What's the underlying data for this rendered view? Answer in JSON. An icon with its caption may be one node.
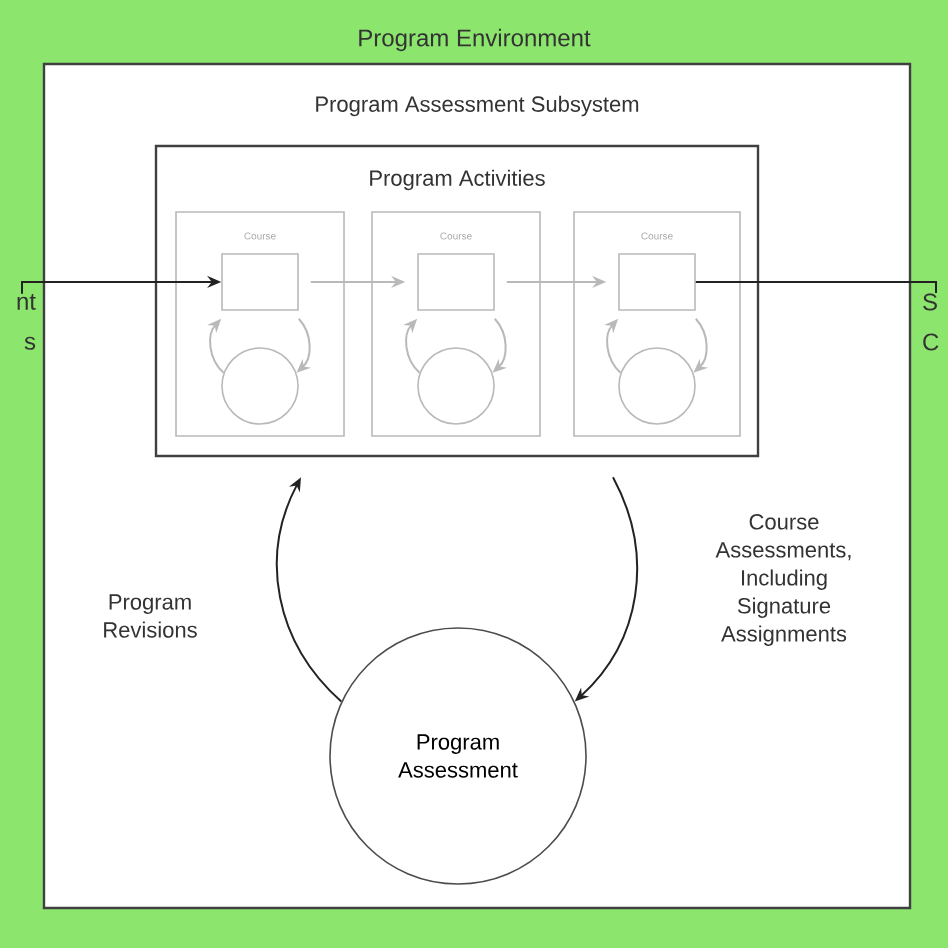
{
  "diagram": {
    "nodes": [
      {
        "text": [
          "Program Environment"
        ]
      },
      {
        "text": [
          "Program Assessment Subsystem"
        ],
        "in": 0
      },
      {
        "text": [
          "Program Activities"
        ],
        "in": 1
      },
      {
        "text": [
          "Course"
        ],
        "in": 2
      },
      {
        "text": [],
        "shape": "box",
        "in": 3
      },
      {
        "text": [],
        "shape": "circle",
        "in": 3
      },
      {
        "text": [
          "Course"
        ],
        "in": 2
      },
      {
        "text": [],
        "shape": "box",
        "in": 6
      },
      {
        "text": [],
        "shape": "circle",
        "in": 6
      },
      {
        "text": [
          "Course"
        ],
        "in": 2
      },
      {
        "text": [],
        "shape": "box",
        "in": 9
      },
      {
        "text": [],
        "shape": "circle",
        "in": 9
      },
      {
        "text": [
          "Program Assessment"
        ],
        "in": 1
      },
      {
        "text": [
          "nt s"
        ],
        "in": 0
      },
      {
        "text": [
          "S C"
        ],
        "in": 0
      }
    ],
    "edges": [
      {
        "from": 13,
        "to": 4,
        "arrow": "to",
        "color": "#222222"
      },
      {
        "from": 4,
        "to": 7,
        "arrow": "to"
      },
      {
        "from": 7,
        "to": 10,
        "arrow": "to"
      },
      {
        "from": 10,
        "to": 14,
        "arrow": "none",
        "color": "#222222"
      },
      {
        "from": 5,
        "to": 4,
        "arrow": "to"
      },
      {
        "from": 4,
        "to": 5,
        "arrow": "to"
      },
      {
        "from": 8,
        "to": 7,
        "arrow": "to"
      },
      {
        "from": 7,
        "to": 8,
        "arrow": "to"
      },
      {
        "from": 11,
        "to": 10,
        "arrow": "to"
      },
      {
        "from": 10,
        "to": 11,
        "arrow": "to"
      },
      {
        "from": 12,
        "to": 2,
        "arrow": "to",
        "label": "Program Revisions",
        "color": "#222222"
      },
      {
        "from": 2,
        "to": 12,
        "arrow": "to",
        "label": "Course Assessments, Including Signature Assignments",
        "color": "#222222"
      }
    ]
  }
}
